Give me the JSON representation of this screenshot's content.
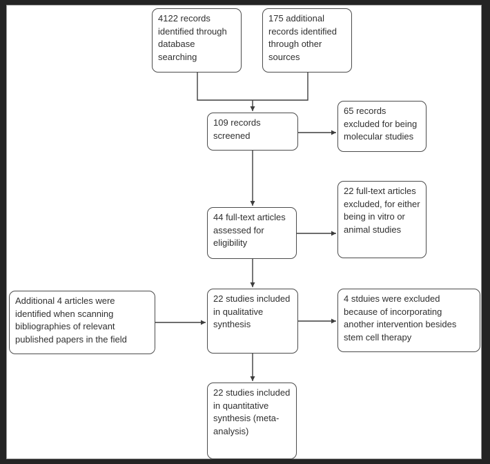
{
  "diagram": {
    "nodes": {
      "database_records": "4122 records identified through database searching",
      "additional_records": "175 additional records identified through other sources",
      "records_screened": "109 records screened",
      "records_excluded": "65 records excluded for being molecular studies",
      "fulltext_assessed": "44 full-text articles assessed for eligibility",
      "fulltext_excluded": "22 full-text articles excluded, for either being in vitro or animal studies",
      "bibliography_articles": "Additional 4 articles were identified when scanning bibliographies of relevant published papers in the field",
      "qualitative_synthesis": "22 studies included in qualitative synthesis",
      "studies_excluded": "4 stduies were excluded because of incorporating another intervention besides stem cell therapy",
      "quantitative_synthesis": "22 studies included in quantitative synthesis (meta-analysis)"
    },
    "colors": {
      "background": "#ffffff",
      "frame": "#242424",
      "box_border": "#4a4a4a",
      "text": "#2f2f2f",
      "connector": "#3d3d3d"
    }
  }
}
